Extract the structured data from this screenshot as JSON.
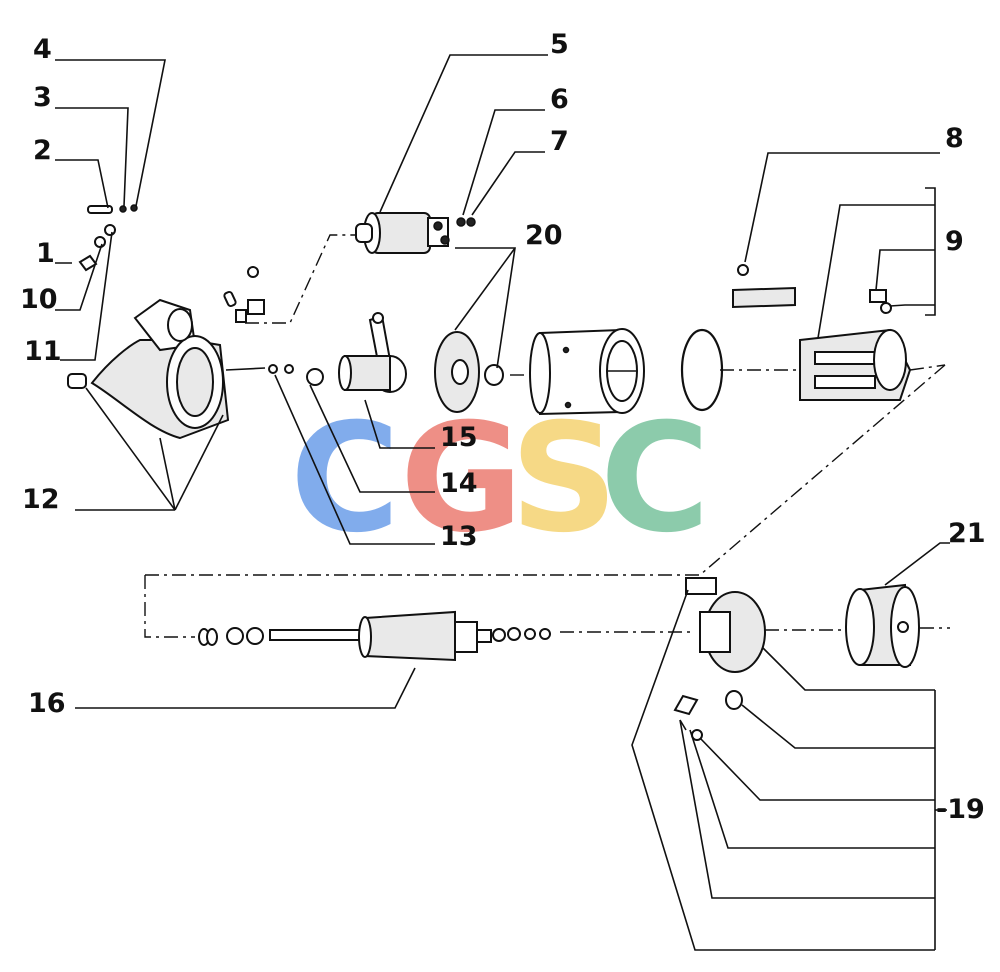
{
  "labels": {
    "n1": "1",
    "n2": "2",
    "n3": "3",
    "n4": "4",
    "n5": "5",
    "n6": "6",
    "n7": "7",
    "n8": "8",
    "n9": "9",
    "n10": "10",
    "n11": "11",
    "n12": "12",
    "n13": "13",
    "n14": "14",
    "n15": "15",
    "n16": "16",
    "n19": "-19",
    "n20": "20",
    "n21": "21"
  },
  "watermark": {
    "letters": [
      "C",
      "G",
      "S",
      "C"
    ],
    "colors": [
      "#7ba8ec",
      "#ee8a80",
      "#f6d880",
      "#86c9a7"
    ]
  }
}
